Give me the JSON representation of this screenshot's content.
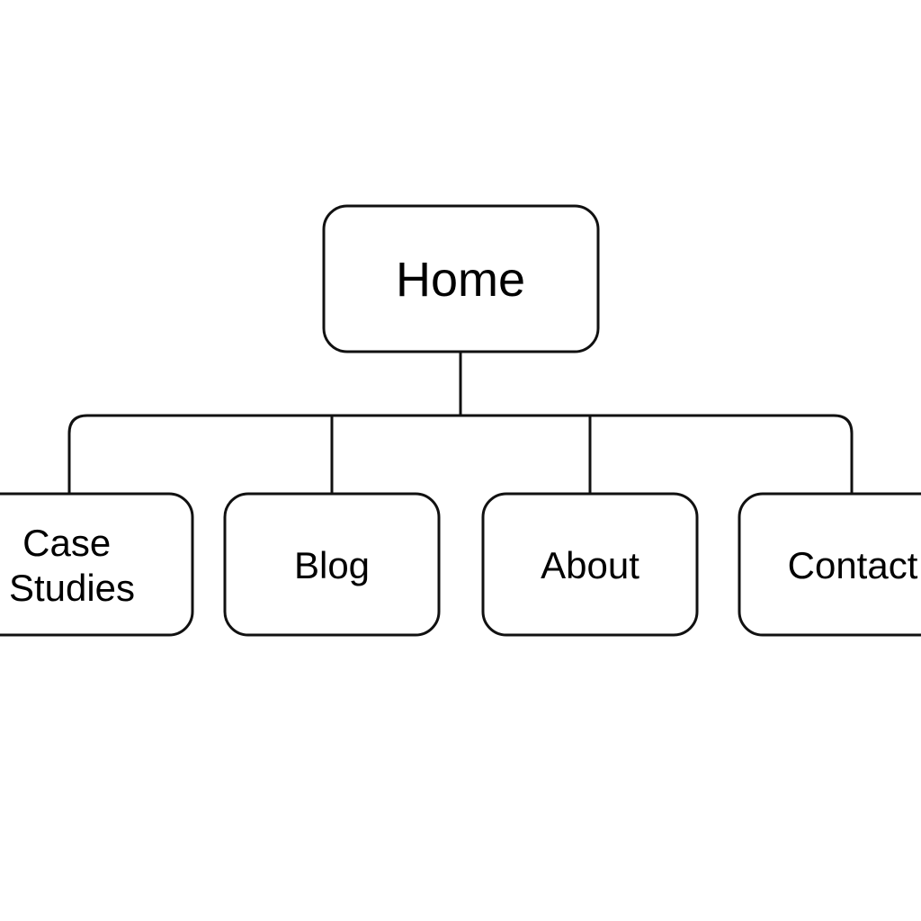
{
  "diagram": {
    "root": {
      "label": "Home"
    },
    "children": [
      {
        "label_lines": [
          "Case",
          "Studies"
        ]
      },
      {
        "label": "Blog"
      },
      {
        "label": "About"
      },
      {
        "label": "Contact"
      }
    ]
  }
}
